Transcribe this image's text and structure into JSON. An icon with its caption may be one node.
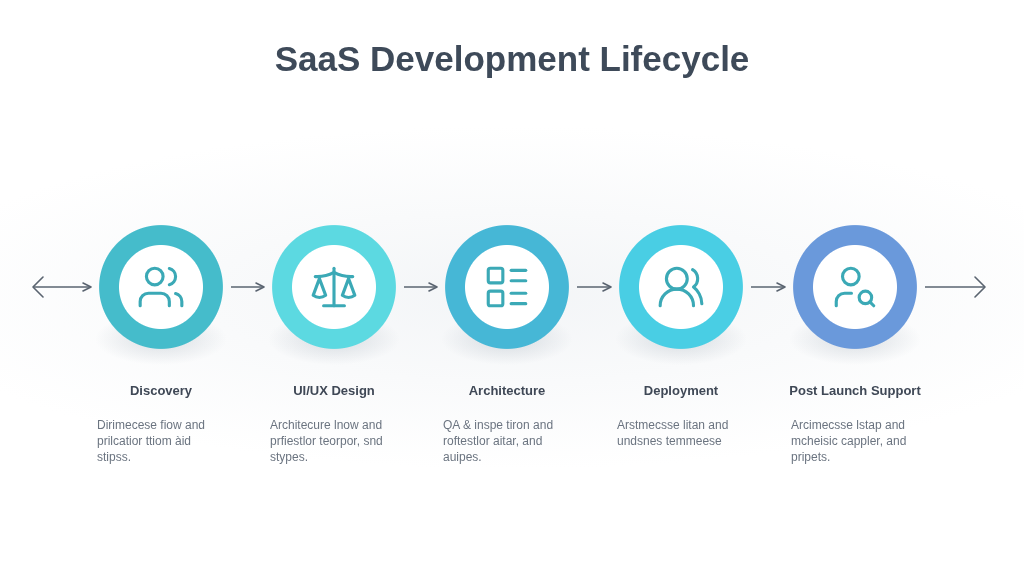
{
  "diagram": {
    "title": "SaaS Development Lifecycle",
    "nodes": [
      {
        "text": [
          "Discovery",
          "Dirimecese fiow and prilcatior ttiom àid stipss."
        ]
      },
      {
        "text": [
          "UI/UX Design",
          "Architecure lnow and prfiestlor teorpor, snd stypes."
        ]
      },
      {
        "text": [
          "Architecture",
          "QA & inspe tiron and roftestlor aitar, and auipes."
        ]
      },
      {
        "text": [
          "Deployment",
          "Arstmecsse litan and undsnes temmeese"
        ]
      },
      {
        "text": [
          "Post Launch Support",
          "Arcimecsse lstap and mcheisic cappler, and pripets."
        ]
      }
    ],
    "edges": [
      {
        "from": null,
        "to": 0,
        "arrow": "both"
      },
      {
        "from": 0,
        "to": 1,
        "arrow": "to"
      },
      {
        "from": 1,
        "to": 2,
        "arrow": "to"
      },
      {
        "from": 2,
        "to": 3,
        "arrow": "to"
      },
      {
        "from": 3,
        "to": 4,
        "arrow": "to"
      },
      {
        "from": 4,
        "to": null,
        "arrow": "to"
      }
    ]
  }
}
